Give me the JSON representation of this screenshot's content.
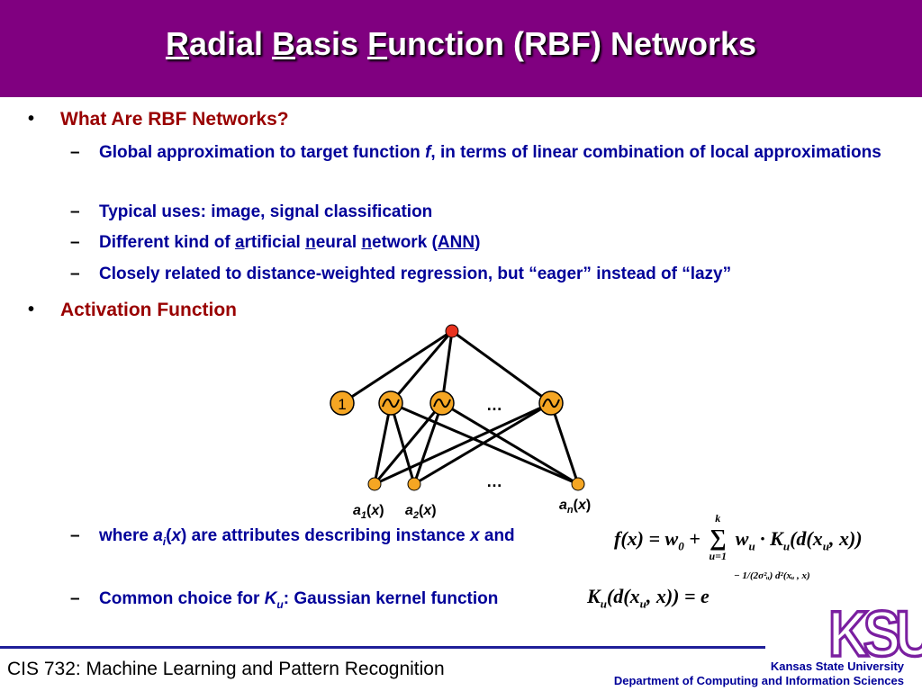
{
  "title": {
    "parts": [
      {
        "text": "R",
        "u": true
      },
      {
        "text": "adial ",
        "u": false
      },
      {
        "text": "B",
        "u": true
      },
      {
        "text": "asis ",
        "u": false
      },
      {
        "text": "F",
        "u": true
      },
      {
        "text": "unction (RBF) Networks",
        "u": false
      }
    ]
  },
  "colors": {
    "title_bg": "#800080",
    "bullet1": "#990000",
    "bullet2": "#000099",
    "node": "#f5a623",
    "output_node": "#e8321e"
  },
  "bullets": {
    "b1": "What Are RBF Networks?",
    "sub1_a": "Global approximation to target function ",
    "sub1_f": "f",
    "sub1_b": ", in terms of linear combination of local approximations",
    "sub2": "Typical uses: image, signal classification",
    "sub3_a": "Different kind of ",
    "sub3_u1": "a",
    "sub3_b": "rtificial ",
    "sub3_u2": "n",
    "sub3_c": "eural ",
    "sub3_u3": "n",
    "sub3_d": "etwork (",
    "sub3_ann": "ANN",
    "sub3_e": ")",
    "sub4": "Closely related to distance-weighted regression, but “eager” instead of “lazy”",
    "b2": "Activation Function",
    "sub5_a": "where ",
    "sub5_ai": "a",
    "sub5_i": "i",
    "sub5_x": "x",
    "sub5_b": " are attributes describing instance ",
    "sub5_x2": "x",
    "sub5_c": " and",
    "sub6_a": "Common choice for ",
    "sub6_k": "K",
    "sub6_u": "u",
    "sub6_b": ": Gaussian kernel function"
  },
  "network": {
    "bias_label": "1",
    "ellipsis": "…",
    "input_labels": {
      "a1": "a",
      "a1_sub": "1",
      "a2": "a",
      "a2_sub": "2",
      "an": "a",
      "an_sub": "n",
      "x": "x"
    }
  },
  "formulas": {
    "f1_lhs": "f(x) = w",
    "f1_w0sub": "0",
    "f1_plus": " + ",
    "f1_sum_top": "k",
    "f1_sum": "∑",
    "f1_sum_bottom": "u=1",
    "f1_rhs": "w",
    "f1_rhs_sub": "u",
    "f1_dot": " · K",
    "f1_ksub": "u",
    "f1_tail": "(d(x",
    "f1_tail_sub": "u",
    "f1_end": ", x))",
    "f2_lhs": "K",
    "f2_lhs_sub": "u",
    "f2_mid": "(d(x",
    "f2_mid_sub": "u",
    "f2_end": ", x)) = e",
    "f2_exp": "− 1/(2σ²ᵤ) d²(xᵤ , x)"
  },
  "footer": {
    "course": "CIS 732: Machine Learning and Pattern Recognition",
    "univ": "Kansas State University",
    "dept": "Department of Computing and Information Sciences",
    "logo": "KSU"
  }
}
